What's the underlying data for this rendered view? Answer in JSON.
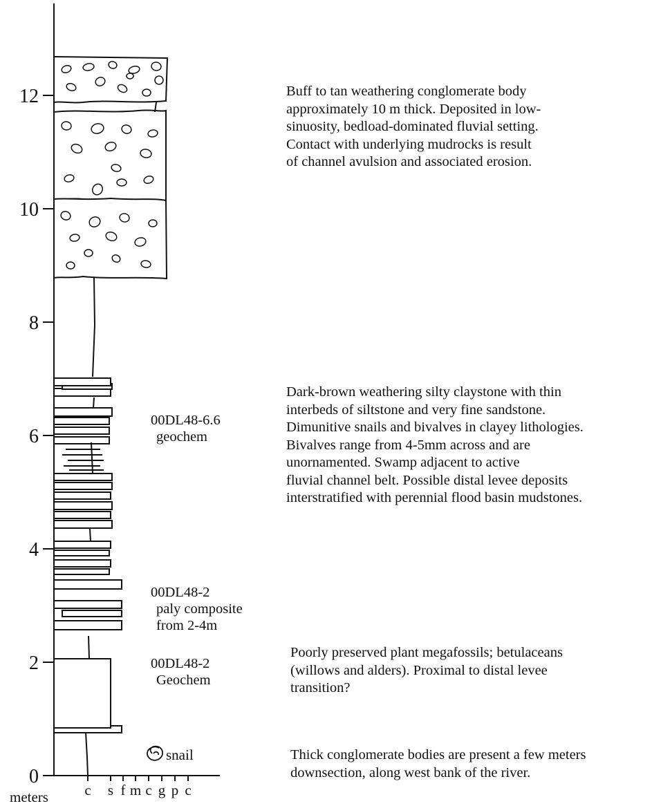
{
  "axis": {
    "unit_label": "meters",
    "ticks": [
      "0",
      "2",
      "4",
      "6",
      "8",
      "10",
      "12"
    ],
    "grain_size_labels": [
      "c",
      "s",
      "f",
      "m",
      "c",
      "g",
      "p",
      "c"
    ]
  },
  "samples": [
    {
      "lines": [
        "00DL48-6.6",
        "geochem"
      ]
    },
    {
      "lines": [
        "00DL48-2",
        "paly composite",
        "from 2-4m"
      ]
    },
    {
      "lines": [
        "00DL48-2",
        "Geochem"
      ]
    }
  ],
  "fossil_marker": {
    "label": "snail",
    "icon": "snail-icon"
  },
  "descriptions": [
    {
      "lines": [
        "Buff to tan weathering conglomerate body",
        "approximately 10 m thick.  Deposited in low-",
        "sinuosity, bedload-dominated fluvial setting.",
        "Contact with underlying mudrocks is result",
        "of channel avulsion and associated erosion."
      ]
    },
    {
      "lines": [
        "Dark-brown weathering silty claystone with thin",
        "interbeds of siltstone and very fine sandstone.",
        "Dimunitive snails and bivalves in clayey lithologies.",
        "Bivalves range from 4-5mm across and are",
        "unornamented.  Swamp adjacent to active",
        "fluvial channel belt.  Possible distal levee deposits",
        "interstratified with perennial flood basin mudstones."
      ]
    },
    {
      "lines": [
        "Poorly preserved plant megafossils; betulaceans",
        "(willows and alders).  Proximal to distal levee",
        "transition?"
      ]
    },
    {
      "lines": [
        "Thick conglomerate bodies are present a few meters",
        "downsection, along west bank of the river."
      ]
    }
  ]
}
